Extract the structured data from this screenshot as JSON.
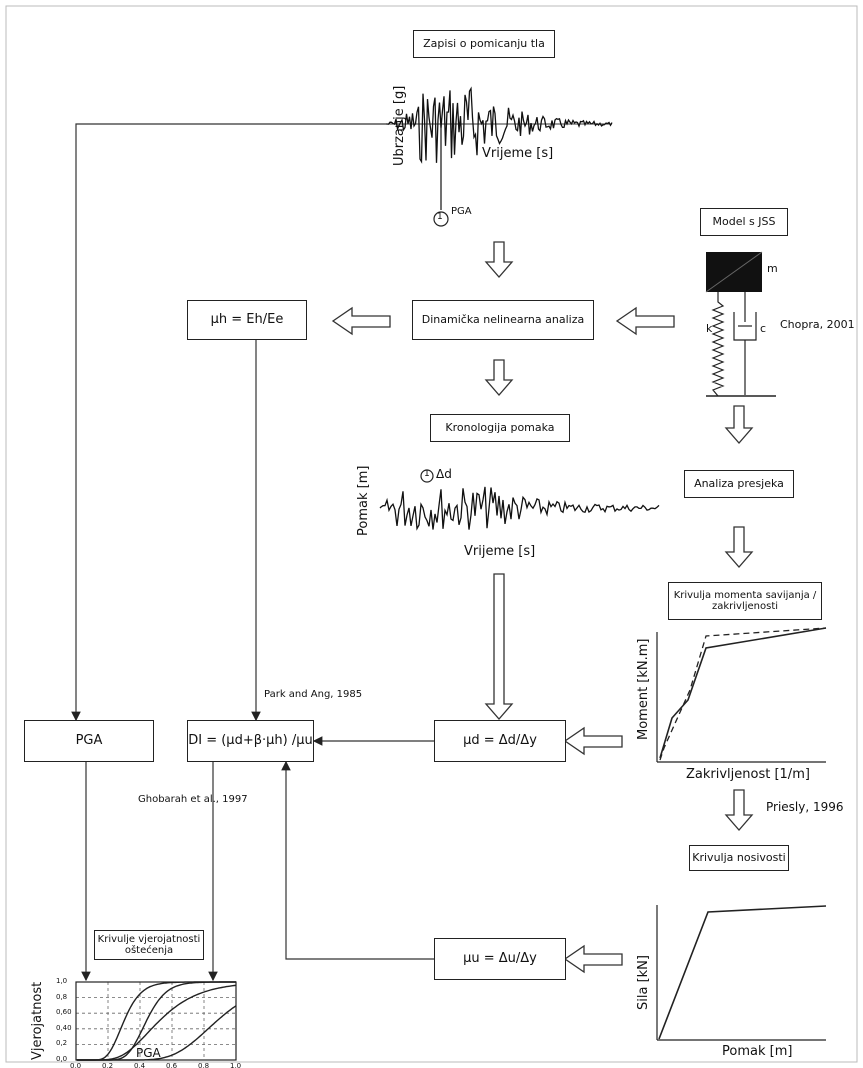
{
  "boxes": {
    "ground_motion": "Zapisi o pomicanju tla",
    "sdof_model": "Model s JSS",
    "nonlinear_analysis": "Dinamička nelinearna analiza",
    "hysteretic_ductility": "μh = Eh/Ee",
    "displacement_history": "Kronologija pomaka",
    "section_analysis": "Analiza presjeka",
    "moment_curvature": "Krivulja momenta savijanja / zakrivljenosti",
    "pga": "PGA",
    "damage_index": "DI = (μd+β·μh) /μu",
    "displacement_ductility": "μd = Δd/Δy",
    "fragility_curves": "Krivulje vjerojatnosti oštećenja",
    "capacity_curve": "Krivulja nosivosti",
    "ultimate_ductility": "μu = Δu/Δy"
  },
  "labels": {
    "accel_axis": "Ubrzanje [g]",
    "accel_time": "Vrijeme [s]",
    "pga_marker": "PGA",
    "pga_marker_num": "1",
    "mass": "m",
    "spring": "k",
    "damper": "c",
    "chopra": "Chopra, 2001",
    "disp_axis": "Pomak [m]",
    "disp_time": "Vrijeme [s]",
    "delta_d": "Δd",
    "delta_marker_num": "1",
    "park_ang": "Park and Ang, 1985",
    "ghobarah": "Ghobarah et al., 1997",
    "priesly": "Priesly, 1996",
    "moment_axis": "Moment [kN.m]",
    "curvature_axis": "Zakrivljenost [1/m]",
    "force_axis": "Sila [kN]",
    "displacement_axis": "Pomak [m]",
    "prob_axis": "Vjerojatnost",
    "prob_xlabel": "PGA"
  },
  "fragility_ticks": {
    "y": [
      "1,0",
      "0,8",
      "0,60",
      "0,40",
      "0,2",
      "0,0"
    ],
    "x": [
      "0,0",
      "0,2",
      "0,4",
      "0,6",
      "0,8",
      "1,0"
    ]
  },
  "chart_data": [
    {
      "type": "line",
      "xlabel": "PGA",
      "ylabel": "Vjerojatnost",
      "xlim": [
        0,
        1
      ],
      "ylim": [
        0,
        1
      ],
      "grid": true,
      "series": [
        {
          "median": 0.3,
          "beta": 0.28
        },
        {
          "median": 0.44,
          "beta": 0.22
        },
        {
          "median": 0.52,
          "beta": 0.38
        },
        {
          "median": 0.88,
          "beta": 0.25
        }
      ]
    }
  ],
  "colors": {
    "line": "#222222",
    "dashed": "#222222"
  }
}
